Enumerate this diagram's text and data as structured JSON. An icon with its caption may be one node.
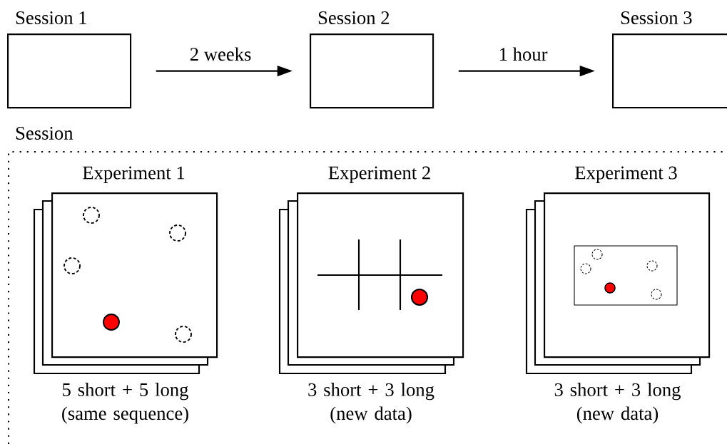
{
  "diagram": {
    "nodes": [
      {
        "text": [
          "Session 1"
        ]
      },
      {
        "text": [
          "Session 2"
        ]
      },
      {
        "text": [
          "Session 3"
        ]
      },
      {
        "text": [
          "Session"
        ]
      },
      {
        "text": [
          "Experiment 1",
          "5 short + 5 long (same sequence)"
        ],
        "in": 3
      },
      {
        "text": [
          "Experiment 2",
          "3 short + 3 long (new data)"
        ],
        "in": 3
      },
      {
        "text": [
          "Experiment 3",
          "3 short + 3 long (new data)"
        ],
        "in": 3
      }
    ],
    "edges": [
      {
        "from": 0,
        "to": 1,
        "arrow": "to",
        "label": "2 weeks"
      },
      {
        "from": 1,
        "to": 2,
        "arrow": "to",
        "label": "1 hour"
      }
    ]
  }
}
